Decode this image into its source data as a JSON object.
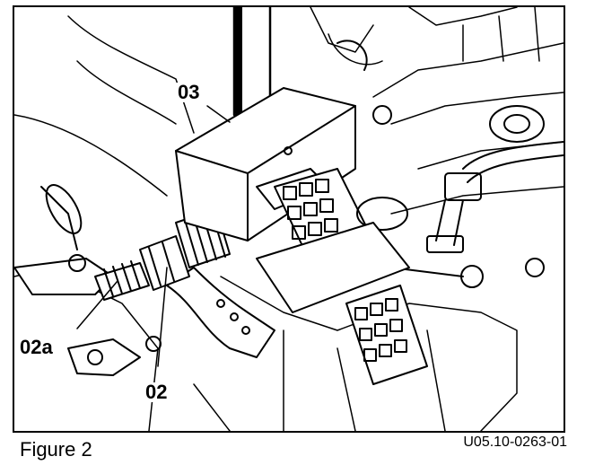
{
  "figure": {
    "caption": "Figure 2",
    "drawing_number": "U05.10-0263-01"
  },
  "callouts": {
    "c03": "03",
    "c02a": "02a",
    "c02": "02"
  },
  "colors": {
    "ink": "#000000",
    "paper": "#ffffff"
  }
}
